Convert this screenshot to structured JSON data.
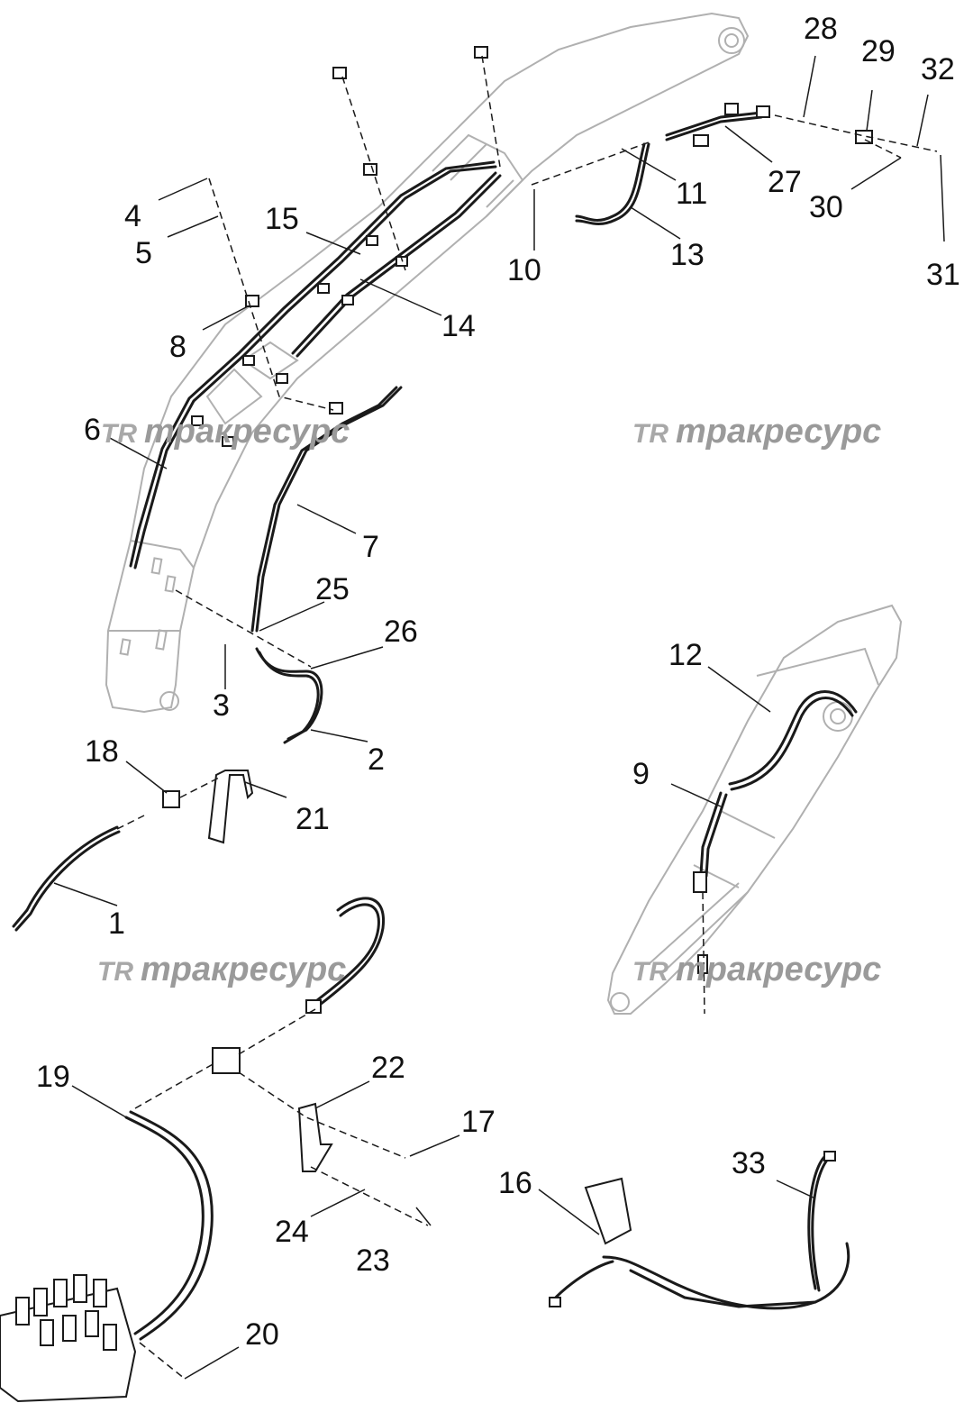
{
  "watermark": {
    "logo": "TR",
    "text": "тракресурс"
  },
  "callouts": [
    {
      "id": "1",
      "label": "1"
    },
    {
      "id": "2",
      "label": "2"
    },
    {
      "id": "3",
      "label": "3"
    },
    {
      "id": "4",
      "label": "4"
    },
    {
      "id": "5",
      "label": "5"
    },
    {
      "id": "6",
      "label": "6"
    },
    {
      "id": "7",
      "label": "7"
    },
    {
      "id": "8",
      "label": "8"
    },
    {
      "id": "9",
      "label": "9"
    },
    {
      "id": "10",
      "label": "10"
    },
    {
      "id": "11",
      "label": "11"
    },
    {
      "id": "12",
      "label": "12"
    },
    {
      "id": "13",
      "label": "13"
    },
    {
      "id": "14",
      "label": "14"
    },
    {
      "id": "15",
      "label": "15"
    },
    {
      "id": "16",
      "label": "16"
    },
    {
      "id": "17",
      "label": "17"
    },
    {
      "id": "18",
      "label": "18"
    },
    {
      "id": "19",
      "label": "19"
    },
    {
      "id": "20",
      "label": "20"
    },
    {
      "id": "21",
      "label": "21"
    },
    {
      "id": "22",
      "label": "22"
    },
    {
      "id": "23",
      "label": "23"
    },
    {
      "id": "24",
      "label": "24"
    },
    {
      "id": "25",
      "label": "25"
    },
    {
      "id": "26",
      "label": "26"
    },
    {
      "id": "27",
      "label": "27"
    },
    {
      "id": "28",
      "label": "28"
    },
    {
      "id": "29",
      "label": "29"
    },
    {
      "id": "30",
      "label": "30"
    },
    {
      "id": "31",
      "label": "31"
    },
    {
      "id": "32",
      "label": "32"
    },
    {
      "id": "33",
      "label": "33"
    }
  ]
}
